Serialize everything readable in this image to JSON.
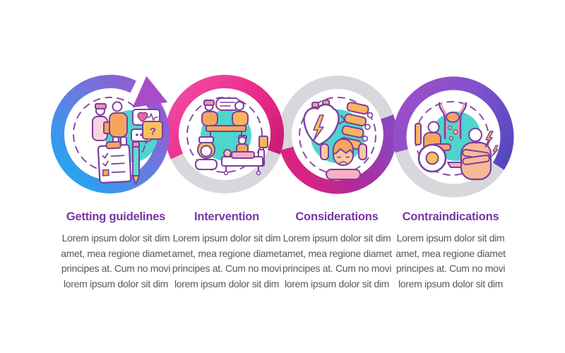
{
  "infographic": {
    "steps": [
      {
        "title": "Getting guidelines",
        "icon": "doctor-patient-consultation-checklist",
        "lines": [
          "Lorem ipsum dolor sit dim",
          "amet, mea regione diamet",
          "principes at. Cum no movi",
          "lorem ipsum dolor sit dim"
        ]
      },
      {
        "title": "Intervention",
        "icon": "therapy-session-nurse-hospital-bed",
        "lines": [
          "Lorem ipsum dolor sit dim",
          "amet, mea regione diamet",
          "principes at. Cum no movi",
          "lorem ipsum dolor sit dim"
        ]
      },
      {
        "title": "Considerations",
        "icon": "heart-spine-headache",
        "lines": [
          "Lorem ipsum dolor sit dim",
          "amet, mea regione diamet",
          "principes at. Cum no movi",
          "lorem ipsum dolor sit dim"
        ]
      },
      {
        "title": "Contraindications",
        "icon": "wheelchair-swallowing-chest-pain",
        "lines": [
          "Lorem ipsum dolor sit dim",
          "amet, mea regione diamet",
          "principes at. Cum no movi",
          "lorem ipsum dolor sit dim"
        ]
      }
    ],
    "icon_labels": {
      "question_mark": "?"
    },
    "colors": {
      "gradient_blue": "#21A7F2",
      "gradient_purple": "#A84CC8",
      "pink": "#ED2D8E",
      "magenta": "#C4166C",
      "violet": "#8A48BE",
      "indigo": "#5546C0",
      "track_gray": "#D8D7DB",
      "icon_teal": "#4ED5CE",
      "icon_outline": "#7B3F9E",
      "icon_orange": "#F6A55F",
      "icon_yellow": "#FBC05C",
      "icon_pink": "#F48FB1",
      "icon_peach": "#F8C9A2",
      "heading_text": "#7A34A4",
      "body_text": "#57575A"
    }
  }
}
